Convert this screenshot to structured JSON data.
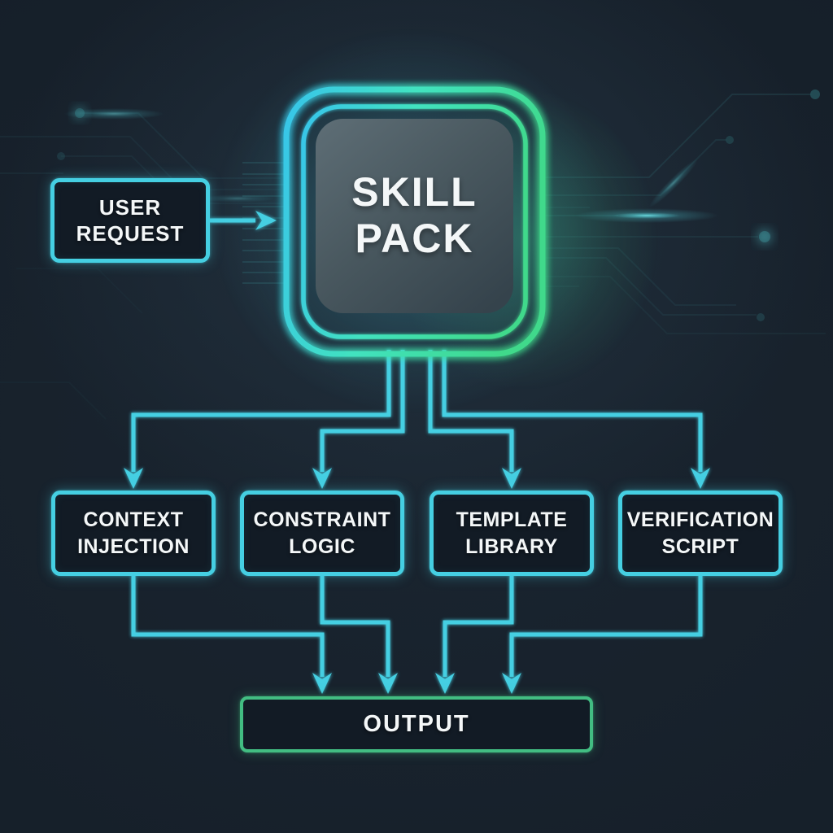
{
  "diagram": {
    "nodes": {
      "user_request": {
        "label": "USER REQUEST"
      },
      "skill_pack": {
        "label": "SKILL PACK",
        "lines": [
          "SKILL",
          "PACK"
        ]
      },
      "modules": [
        {
          "id": "context_injection",
          "label": "CONTEXT INJECTION"
        },
        {
          "id": "constraint_logic",
          "label": "CONSTRAINT LOGIC"
        },
        {
          "id": "template_library",
          "label": "TEMPLATE LIBRARY"
        },
        {
          "id": "verification_script",
          "label": "VERIFICATION SCRIPT"
        }
      ],
      "output": {
        "label": "OUTPUT"
      }
    },
    "edges": [
      {
        "from": "user_request",
        "to": "skill_pack"
      },
      {
        "from": "skill_pack",
        "to": "context_injection"
      },
      {
        "from": "skill_pack",
        "to": "constraint_logic"
      },
      {
        "from": "skill_pack",
        "to": "template_library"
      },
      {
        "from": "skill_pack",
        "to": "verification_script"
      },
      {
        "from": "context_injection",
        "to": "output"
      },
      {
        "from": "constraint_logic",
        "to": "output"
      },
      {
        "from": "template_library",
        "to": "output"
      },
      {
        "from": "verification_script",
        "to": "output"
      }
    ],
    "colors": {
      "background": "#18222c",
      "cyan_accent": "#45cfe2",
      "green_accent": "#42bd82",
      "chip_gradient_start": "#38c6e8",
      "chip_gradient_mid": "#42e2c0",
      "chip_gradient_end": "#3fd98b",
      "node_fill": "#121b25",
      "trace": "#2a555e",
      "text": "#f4f7f8"
    }
  }
}
